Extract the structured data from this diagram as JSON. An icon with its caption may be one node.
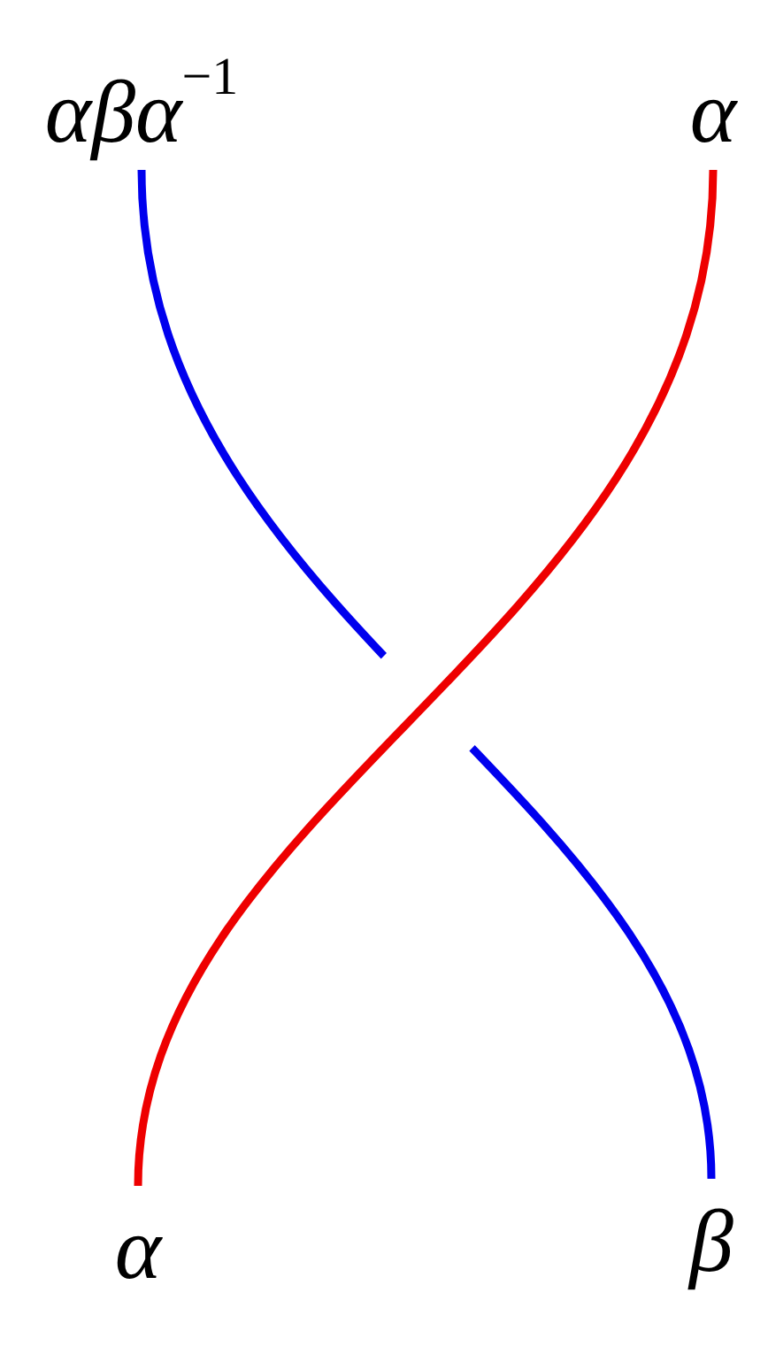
{
  "diagram": {
    "nodes": [
      {
        "text": [
          "αβα$^{−1}$"
        ]
      },
      {
        "text": [
          "α"
        ]
      },
      {
        "text": [
          "α"
        ]
      },
      {
        "text": [
          "β"
        ]
      }
    ],
    "edges": [
      {
        "from": 3,
        "to": 0,
        "arrow": "none",
        "color": "#0000ee"
      },
      {
        "from": 2,
        "to": 1,
        "arrow": "none",
        "color": "#ee0000"
      }
    ]
  }
}
